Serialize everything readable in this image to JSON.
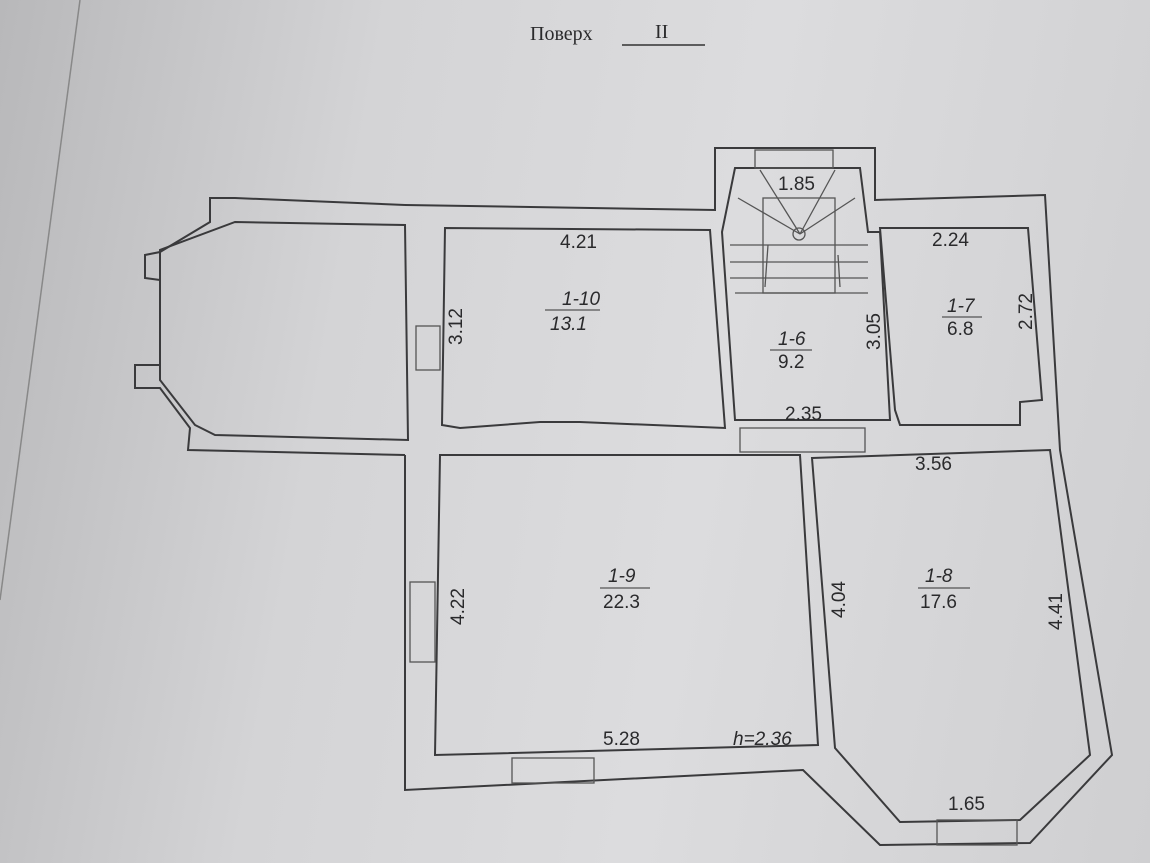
{
  "header": {
    "floor_label": "Поверх",
    "floor_number": "II"
  },
  "rooms": [
    {
      "id": "1-10",
      "area": "13.1"
    },
    {
      "id": "1-6",
      "area": "9.2"
    },
    {
      "id": "1-7",
      "area": "6.8"
    },
    {
      "id": "1-9",
      "area": "22.3"
    },
    {
      "id": "1-8",
      "area": "17.6"
    }
  ],
  "dimensions": {
    "stair_width": "1.85",
    "r110_width": "4.21",
    "r110_depth": "3.12",
    "r17_width": "2.24",
    "r17_depth": "2.72",
    "r16_depth": "3.05",
    "r16_width": "2.35",
    "r18_width": "3.56",
    "r18_left": "4.04",
    "r18_right": "4.41",
    "r19_depth": "4.22",
    "r19_width": "5.28",
    "ceiling_height": "h=2.36",
    "bay_width": "1.65"
  }
}
